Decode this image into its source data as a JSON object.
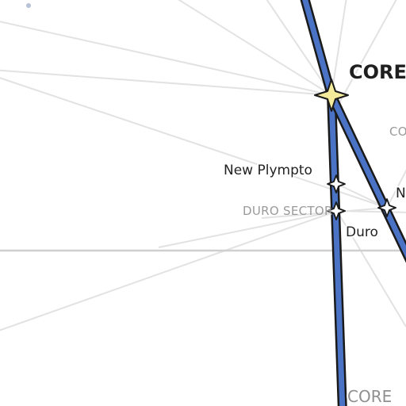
{
  "labels": {
    "core_hub": "CORE",
    "core_sector_right": "CO",
    "core_sector_bottom": "CORE",
    "duro_sector": "DURO SECTOR",
    "new_plympto": "New Plympto",
    "duro": "Duro",
    "partial_n": "N"
  },
  "colors": {
    "route": "#4a73c6",
    "route_outline": "#1a1a1a",
    "hyperlane": "#e2e2e2",
    "grid_line": "#cfcfcf",
    "hub_star": "#f4ec9a",
    "planet_star": "#ffffff",
    "stray_dot": "#b8c2d8"
  },
  "icons": {
    "hub": "four-point-star-icon",
    "planet": "four-point-star-icon"
  }
}
